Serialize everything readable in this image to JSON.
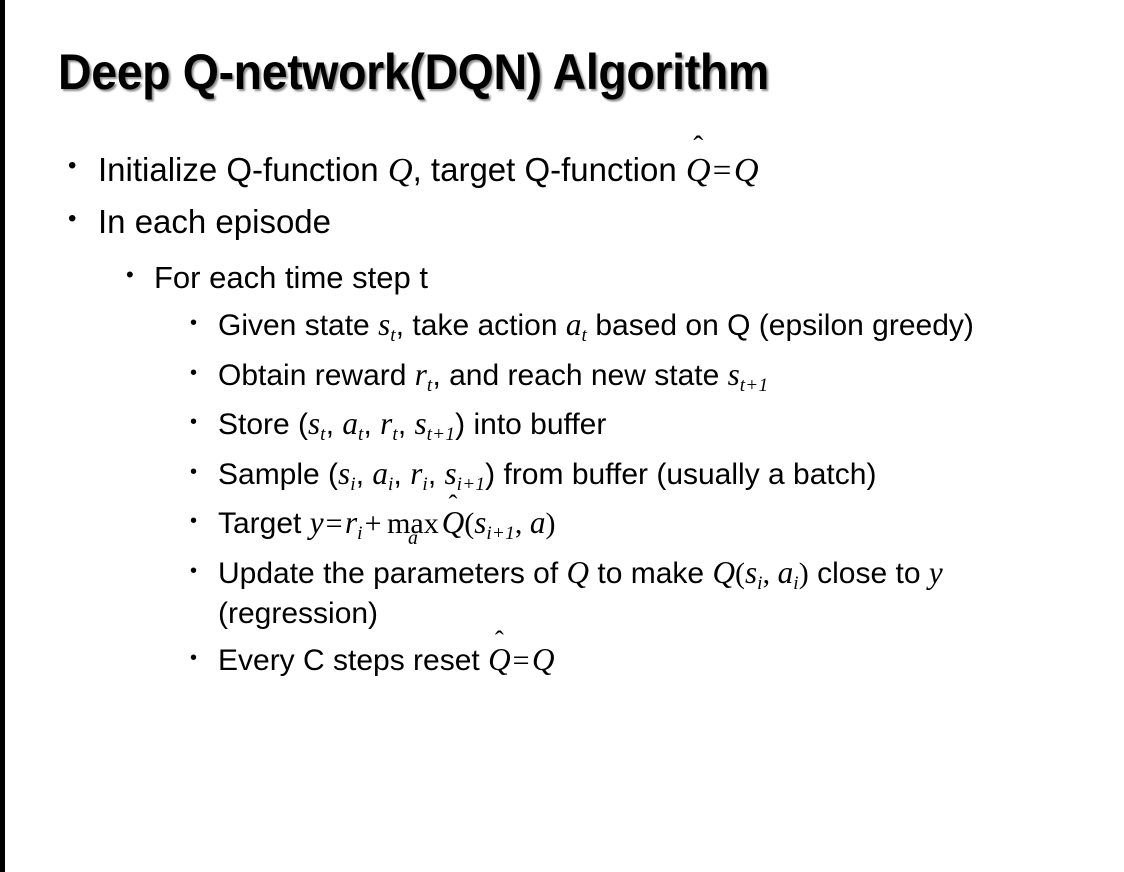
{
  "slide": {
    "title": "Deep Q-network(DQN) Algorithm",
    "background_color": "#ffffff",
    "text_color": "#000000",
    "left_edge_band_color": "#000000"
  },
  "bullets": {
    "l1_initialize": {
      "marker": "•",
      "pre": "Initialize Q-function ",
      "var_q1": "Q",
      "mid": ", target Q-function ",
      "var_qhat": "Q",
      "hat": "̂",
      "equals": "=",
      "var_q2": "Q"
    },
    "l1_episode": {
      "marker": "•",
      "text": "In each episode"
    },
    "l2_timestep": {
      "marker": "•",
      "text": "For each time step t"
    },
    "l3_given": {
      "marker": "•",
      "pre": "Given state ",
      "var_s": "s",
      "sub_s": "t",
      "mid": ", take action ",
      "var_a": "a",
      "sub_a": "t",
      "post": " based on Q (epsilon greedy)"
    },
    "l3_obtain": {
      "marker": "•",
      "pre": "Obtain reward ",
      "var_r": "r",
      "sub_r": "t",
      "mid": ", and reach new state ",
      "var_s": "s",
      "sub_s": "t+1"
    },
    "l3_store": {
      "marker": "•",
      "pre": "Store (",
      "var_s1": "s",
      "sub_s1": "t",
      "sep1": ", ",
      "var_a": "a",
      "sub_a": "t",
      "sep2": ", ",
      "var_r": "r",
      "sub_r": "t",
      "sep3": ", ",
      "var_s2": "s",
      "sub_s2": "t+1",
      "post": ") into buffer"
    },
    "l3_sample": {
      "marker": "•",
      "pre": "Sample (",
      "var_s1": "s",
      "sub_s1": "i",
      "sep1": ", ",
      "var_a": "a",
      "sub_a": "i",
      "sep2": ", ",
      "var_r": "r",
      "sub_r": "i",
      "sep3": ", ",
      "var_s2": "s",
      "sub_s2": "i+1",
      "post": ") from buffer (usually a batch)"
    },
    "l3_target": {
      "marker": "•",
      "pre": "Target ",
      "var_y": "y",
      "equals": "=",
      "var_r": "r",
      "sub_r": "i",
      "plus": "+",
      "max_op": "max",
      "max_sub": "a",
      "var_qhat": "Q",
      "hat": "̂",
      "open": "(",
      "var_s": "s",
      "sub_s": "i+1",
      "sep": ", ",
      "var_a": "a",
      "close": ")"
    },
    "l3_update": {
      "marker": "•",
      "pre": "Update the parameters of ",
      "var_q1": "Q",
      "mid": " to make ",
      "var_q2": "Q",
      "open": "(",
      "var_s": "s",
      "sub_s": "i",
      "sep": ", ",
      "var_a": "a",
      "sub_a": "i",
      "close": ")",
      "post": " close to ",
      "var_y": "y",
      "tail": " (regression)"
    },
    "l3_reset": {
      "marker": "•",
      "pre": "Every C steps reset ",
      "var_qhat": "Q",
      "hat": "̂",
      "equals": "=",
      "var_q": "Q"
    }
  }
}
